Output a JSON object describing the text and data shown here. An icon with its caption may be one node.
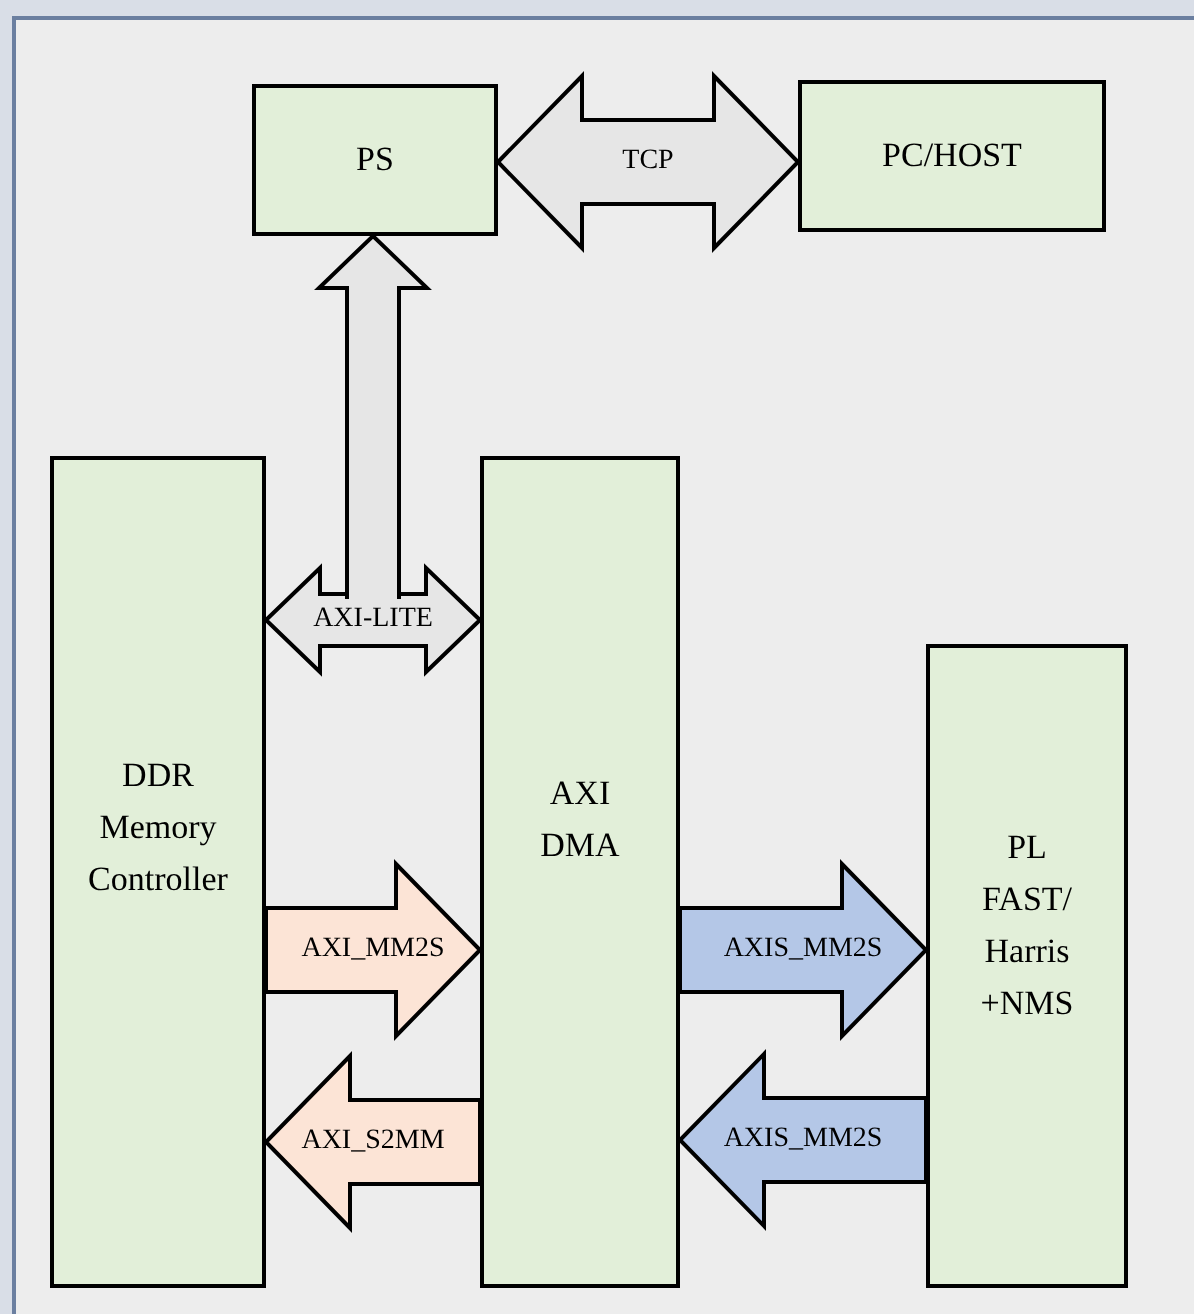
{
  "diagram": {
    "nodes": [
      {
        "text": [
          "PS"
        ]
      },
      {
        "text": [
          "PC/HOST"
        ]
      },
      {
        "text": [
          "DDR Memory Controller"
        ]
      },
      {
        "text": [
          "AXI DMA"
        ]
      },
      {
        "text": [
          "PL FAST/ Harris +NMS"
        ]
      }
    ],
    "edges": [
      {
        "from": 0,
        "to": 1,
        "arrow": "both",
        "label": "TCP",
        "color": "#e6e6e6"
      },
      {
        "from": 2,
        "to": 3,
        "arrow": "both",
        "label": "AXI-LITE",
        "color": "#e6e6e6"
      },
      {
        "from": null,
        "to": 0,
        "arrow": "to",
        "color": "#e6e6e6"
      },
      {
        "from": 2,
        "to": 3,
        "arrow": "to",
        "label": "AXI_MM2S",
        "color": "#fce4d6"
      },
      {
        "from": 3,
        "to": 2,
        "arrow": "to",
        "label": "AXI_S2MM",
        "color": "#fce4d6"
      },
      {
        "from": 3,
        "to": 4,
        "arrow": "to",
        "label": "AXIS_MM2S",
        "color": "#b4c7e7"
      },
      {
        "from": 4,
        "to": 3,
        "arrow": "to",
        "label": "AXIS_MM2S",
        "color": "#b4c7e7"
      }
    ]
  }
}
